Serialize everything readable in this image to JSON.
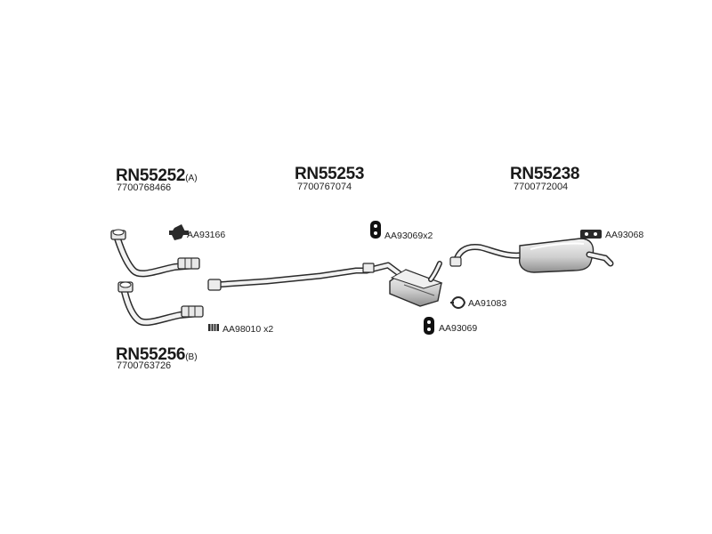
{
  "groups": {
    "front_pipe_a": {
      "part_number": "RN55252",
      "variant": "(A)",
      "oem_number": "7700768466"
    },
    "middle_section": {
      "part_number": "RN55253",
      "oem_number": "7700767074"
    },
    "rear_silencer": {
      "part_number": "RN55238",
      "oem_number": "7700772004"
    },
    "front_pipe_b": {
      "part_number": "RN55256",
      "variant": "(B)",
      "oem_number": "7700763726"
    }
  },
  "accessories": {
    "mount_front": "AA93166",
    "clamp_front": "AA98010 x2",
    "rubber_hanger_pair": "AA93069x2",
    "gasket_ring": "AA91083",
    "rubber_hanger_single": "AA93069",
    "rear_mount": "AA93068"
  },
  "colors": {
    "line": "#2a2a2a",
    "pipe_fill": "#f2f2f2",
    "silencer_fill": "#d9d9d9",
    "rubber": "#111111"
  }
}
